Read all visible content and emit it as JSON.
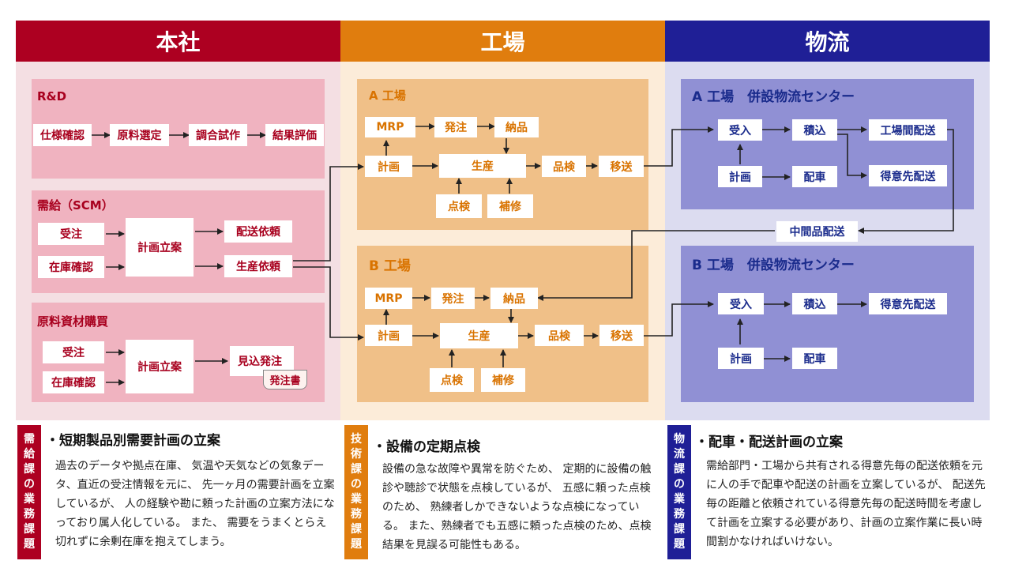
{
  "headers": {
    "hq": "本社",
    "factory": "工場",
    "logistics": "物流"
  },
  "colors": {
    "hq": "#ad0021",
    "factory": "#e07d0e",
    "logistics": "#1f1f96"
  },
  "hq": {
    "rd": {
      "title": "R&D",
      "steps": [
        "仕様確認",
        "原料選定",
        "調合試作",
        "結果評価"
      ]
    },
    "scm": {
      "title": "需給（SCM）",
      "order": "受注",
      "stock": "在庫確認",
      "plan": "計画立案",
      "delivery_req": "配送依頼",
      "production_req": "生産依頼"
    },
    "procure": {
      "title": "原料資材購買",
      "order": "受注",
      "stock": "在庫確認",
      "plan": "計画立案",
      "forecast": "見込発注",
      "po": "発注書"
    }
  },
  "factory": {
    "a": {
      "title": "A 工場",
      "mrp": "MRP",
      "order": "発注",
      "delivery": "納品",
      "plan": "計画",
      "production": "生産",
      "qc": "品検",
      "transfer": "移送",
      "inspection": "点検",
      "repair": "補修"
    },
    "b": {
      "title": "B 工場",
      "mrp": "MRP",
      "order": "発注",
      "delivery": "納品",
      "plan": "計画",
      "production": "生産",
      "qc": "品検",
      "transfer": "移送",
      "inspection": "点検",
      "repair": "補修"
    }
  },
  "logistics": {
    "a": {
      "title": "A 工場　併設物流センター",
      "receive": "受入",
      "load": "積込",
      "inter": "工場間配送",
      "customer": "得意先配送",
      "plan": "計画",
      "dispatch": "配車"
    },
    "mid": "中間品配送",
    "b": {
      "title": "B 工場　併設物流センター",
      "receive": "受入",
      "load": "積込",
      "customer": "得意先配送",
      "plan": "計画",
      "dispatch": "配車"
    }
  },
  "challenges": {
    "hq": {
      "label": [
        "需",
        "給",
        "課",
        "の",
        "業",
        "務",
        "課",
        "題"
      ],
      "title": "・短期製品別需要計画の立案",
      "body": "過去のデータや拠点在庫、 気温や天気などの気象データ、直近の受注情報を元に、 先一ヶ月の需要計画を立案しているが、 人の経験や勘に頼った計画の立案方法になっており属人化している。 また、 需要をうまくとらえ切れずに余剰在庫を抱えてしまう。"
    },
    "factory": {
      "label": [
        "技",
        "術",
        "課",
        "の",
        "業",
        "務",
        "課",
        "題"
      ],
      "title": "・設備の定期点検",
      "body": "設備の急な故障や異常を防ぐため、 定期的に設備の触診や聴診で状態を点検しているが、 五感に頼った点検のため、 熟練者しかできないような点検になっている。 また、熟練者でも五感に頼った点検のため、点検結果を見誤る可能性もある。"
    },
    "logistics": {
      "label": [
        "物",
        "流",
        "課",
        "の",
        "業",
        "務",
        "課",
        "題"
      ],
      "title": "・配車・配送計画の立案",
      "body": "需給部門・工場から共有される得意先毎の配送依頼を元に人の手で配車や配送の計画を立案しているが、 配送先毎の距離と依頼されている得意先毎の配送時間を考慮して計画を立案する必要があり、計画の立案作業に長い時間割かなければいけない。"
    }
  }
}
